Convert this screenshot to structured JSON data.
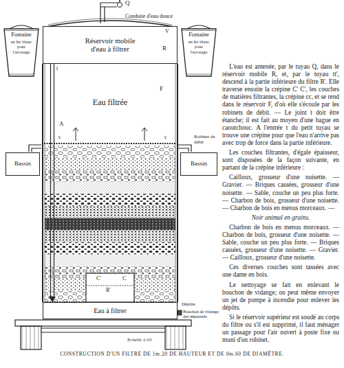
{
  "diagram": {
    "caption": "CONSTRUCTION D'UN FILTRE DE 1m.20 DE HAUTEUR ET DE 0m.60 DE DIAMÈTRE.",
    "nodes": [
      {
        "text": [
          "Fontaine",
          "en fer blanc pour l'arrosage"
        ]
      },
      {
        "text": [
          "Réservoir mobile d'eau à filtrer"
        ]
      },
      {
        "text": [
          "Fontaine",
          "en fer blanc pour l'arrosage"
        ]
      },
      {
        "text": [
          "Eau filtrée"
        ]
      },
      {
        "text": [
          "Bassin"
        ]
      },
      {
        "text": [
          "Bassin"
        ]
      },
      {
        "text": [
          "Eau à filtrer"
        ]
      }
    ],
    "edges": [
      {
        "from": 1,
        "to": 6,
        "arrow": "to"
      }
    ],
    "labels": [
      "Conduite d'eau douce",
      "Q",
      "V",
      "R",
      "t",
      "F",
      "A",
      "c",
      "c",
      "Robinet de débit",
      "C'",
      "C",
      "R'",
      "Dépôts",
      "Bouchon de vidange des impuretés",
      "Echelle 1/10",
      "L'eau est amenée, par le tuyau Q, dans le réservoir mobile R, et, par le tuyau tt', descend à la partie inférieure du filtre R'. Elle traverse ensuite la crépine C' C', les couches de matières filtrantes, la crépine cc, et se rend dans le réservoir F, d'où elle s'écoule par les robinets de débit. — Le joint t doit être étanche; il est fait au moyen d'une bague en caoutchouc. A l'entrée t du petit tuyau se trouve une crépine pour que l'eau n'arrive pas avec trop de force dans la partie inférieure.",
      "Les couches filtrantes, d'égale épaisseur, sont disposées de la façon suivante, en partant de la crépine inférieure :",
      "Cailloux, grosseur d'une noisette. — Gravier. — Briques cassées, grosseur d'une noisette. — Sable, couche un peu plus forte. — Charbon de bois, grosseur d'une noisette. — Charbon de bois en menus morceaux. —",
      "Noir animal en grains.",
      "Charbon de bois en menus morceaux. — Charbon de bois, grosseur d'une noisette. — Sable, couche un peu plus forte. — Briques cassées, grosseur d'une noisette. — Gravier. — Cailloux, grosseur d'une noisette.",
      "Ces diverses couches sont tassées avec une dame en bois.",
      "Le nettoyage se fait en enlevant le bouchon de vidange; on peut même envoyer un jet de pompe à incendie pour enlever les dépôts.",
      "Si le réservoir supérieur est soudé au corps du filtre ou s'il est supprimé, il faut ménager un passage pour l'air ouvert à poste fixe ou muni d'un robinet."
    ]
  }
}
